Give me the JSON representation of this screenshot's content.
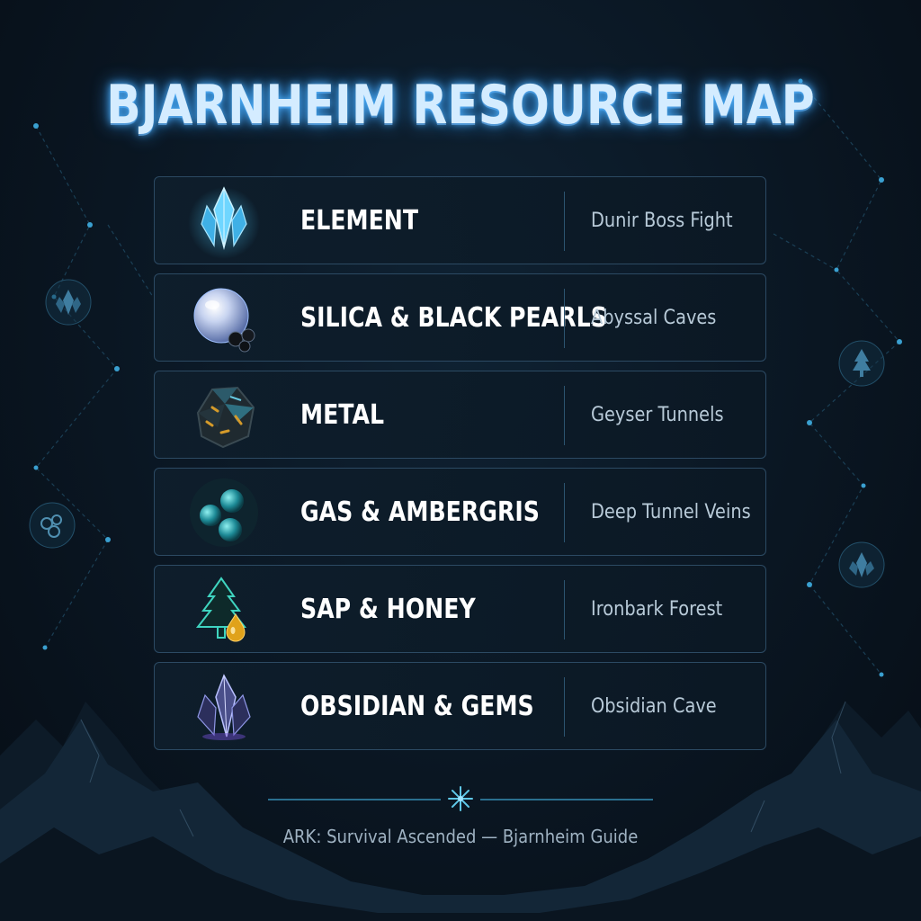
{
  "title": "BJARNHEIM RESOURCE MAP",
  "resources": [
    {
      "name": "ELEMENT",
      "location": "Dunir Boss Fight",
      "icon": "element-crystal-icon"
    },
    {
      "name": "SILICA & BLACK PEARLS",
      "location": "Abyssal Caves",
      "icon": "pearl-icon"
    },
    {
      "name": "METAL",
      "location": "Geyser Tunnels",
      "icon": "metal-ore-icon"
    },
    {
      "name": "GAS & AMBERGRIS",
      "location": "Deep Tunnel Veins",
      "icon": "gas-bubbles-icon"
    },
    {
      "name": "SAP & HONEY",
      "location": "Ironbark Forest",
      "icon": "tree-drop-icon"
    },
    {
      "name": "OBSIDIAN & GEMS",
      "location": "Obsidian Cave",
      "icon": "obsidian-crystal-icon"
    }
  ],
  "footer": "ARK: Survival Ascended — Bjarnheim Guide",
  "colors": {
    "accent": "#4fb3ff",
    "background": "#0a1622",
    "card_border": "#2c4a63",
    "honey": "#e0a21a"
  }
}
